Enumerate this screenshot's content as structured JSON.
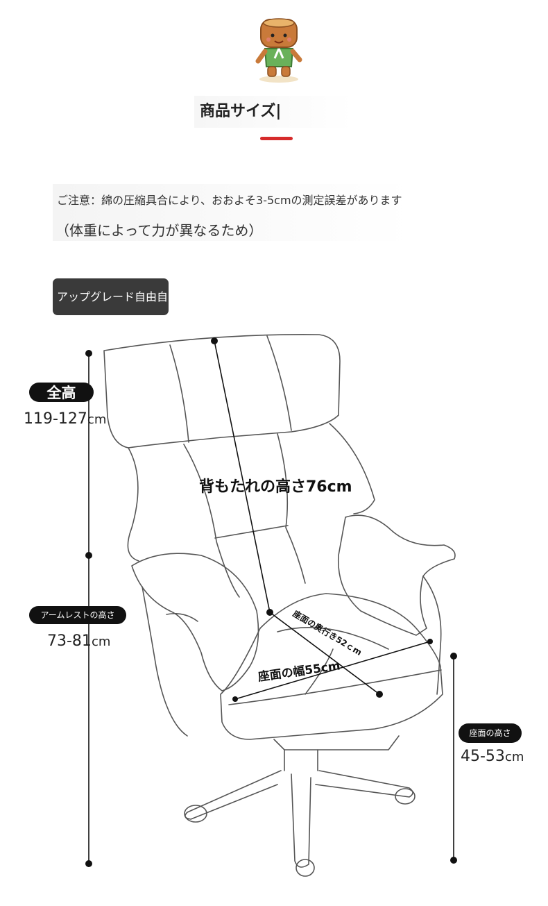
{
  "header": {
    "title": "商品サイズ|"
  },
  "notice": {
    "line1": "ご注意：綿の圧縮具合により、おおよそ3-5cmの測定誤差があります",
    "line2": "（体重によって力が異なるため）"
  },
  "tag": {
    "label": "アップグレード自由自"
  },
  "dimensions": {
    "total_height": {
      "label": "全高",
      "value": "119-127",
      "unit": "cm"
    },
    "armrest_height": {
      "label": "アームレストの高さ",
      "value": "73-81",
      "unit": "cm"
    },
    "seat_height": {
      "label": "座面の高さ",
      "value": "45-53",
      "unit": "cm"
    },
    "back_height": {
      "label": "背もたれの高さ76cm"
    },
    "seat_width": {
      "label": "座面の幅55cm"
    },
    "seat_depth": {
      "label": "座面の奥行き52ｃm"
    }
  },
  "colors": {
    "accent": "#d62b2b",
    "pill_bg": "#111111",
    "tag_bg": "#3a3a3a"
  },
  "icons": {
    "mascot": "tree-stump-mascot-icon"
  }
}
